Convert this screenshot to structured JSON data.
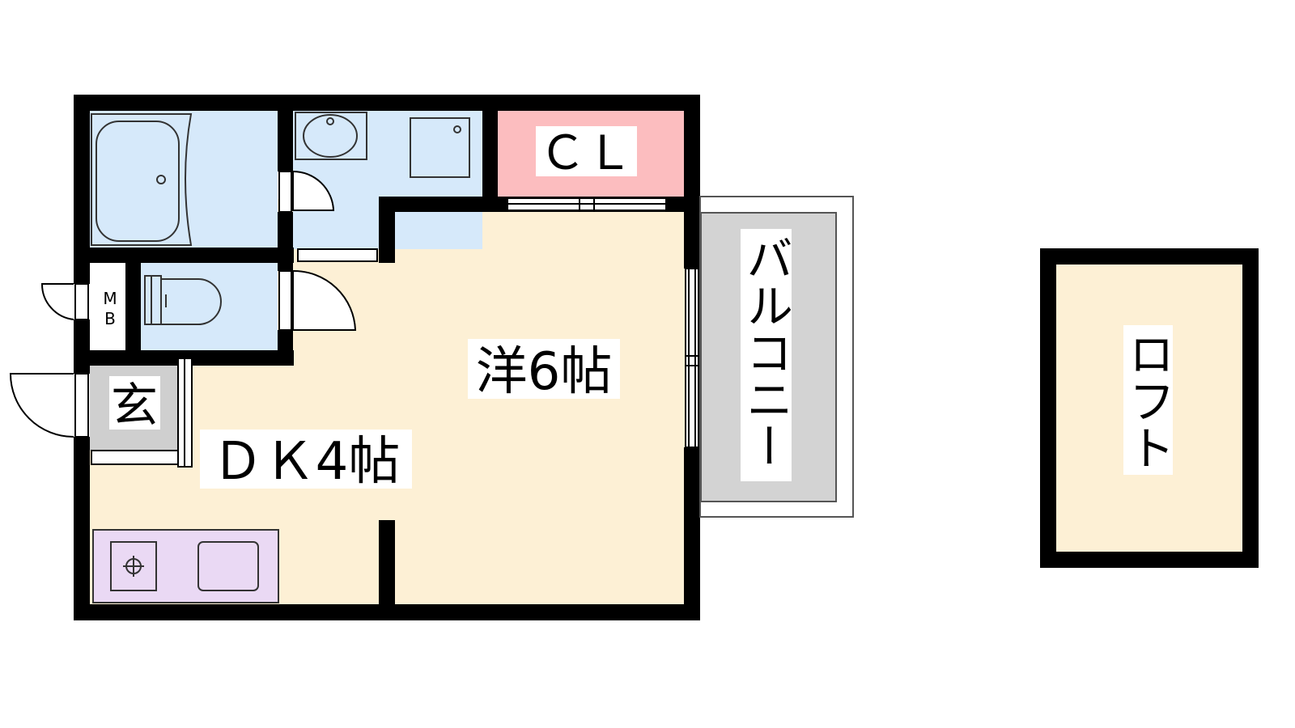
{
  "rooms": {
    "western_room": {
      "label": "洋6帖"
    },
    "dining_kitchen": {
      "label": "ＤＫ4帖"
    },
    "closet": {
      "label": "ＣＬ"
    },
    "entrance": {
      "label": "玄"
    },
    "meter_box": {
      "label_top": "M",
      "label_bottom": "B"
    },
    "balcony": {
      "label": "バルコニー"
    },
    "loft": {
      "label": "ロフト"
    }
  },
  "colors": {
    "wall": "#000000",
    "living_floor": "#fdf0d5",
    "wet_area": "#d6e9fa",
    "closet": "#fcbdbf",
    "kitchen": "#ead9f4",
    "entrance": "#cfcfcf",
    "balcony": "#d3d3d3"
  }
}
